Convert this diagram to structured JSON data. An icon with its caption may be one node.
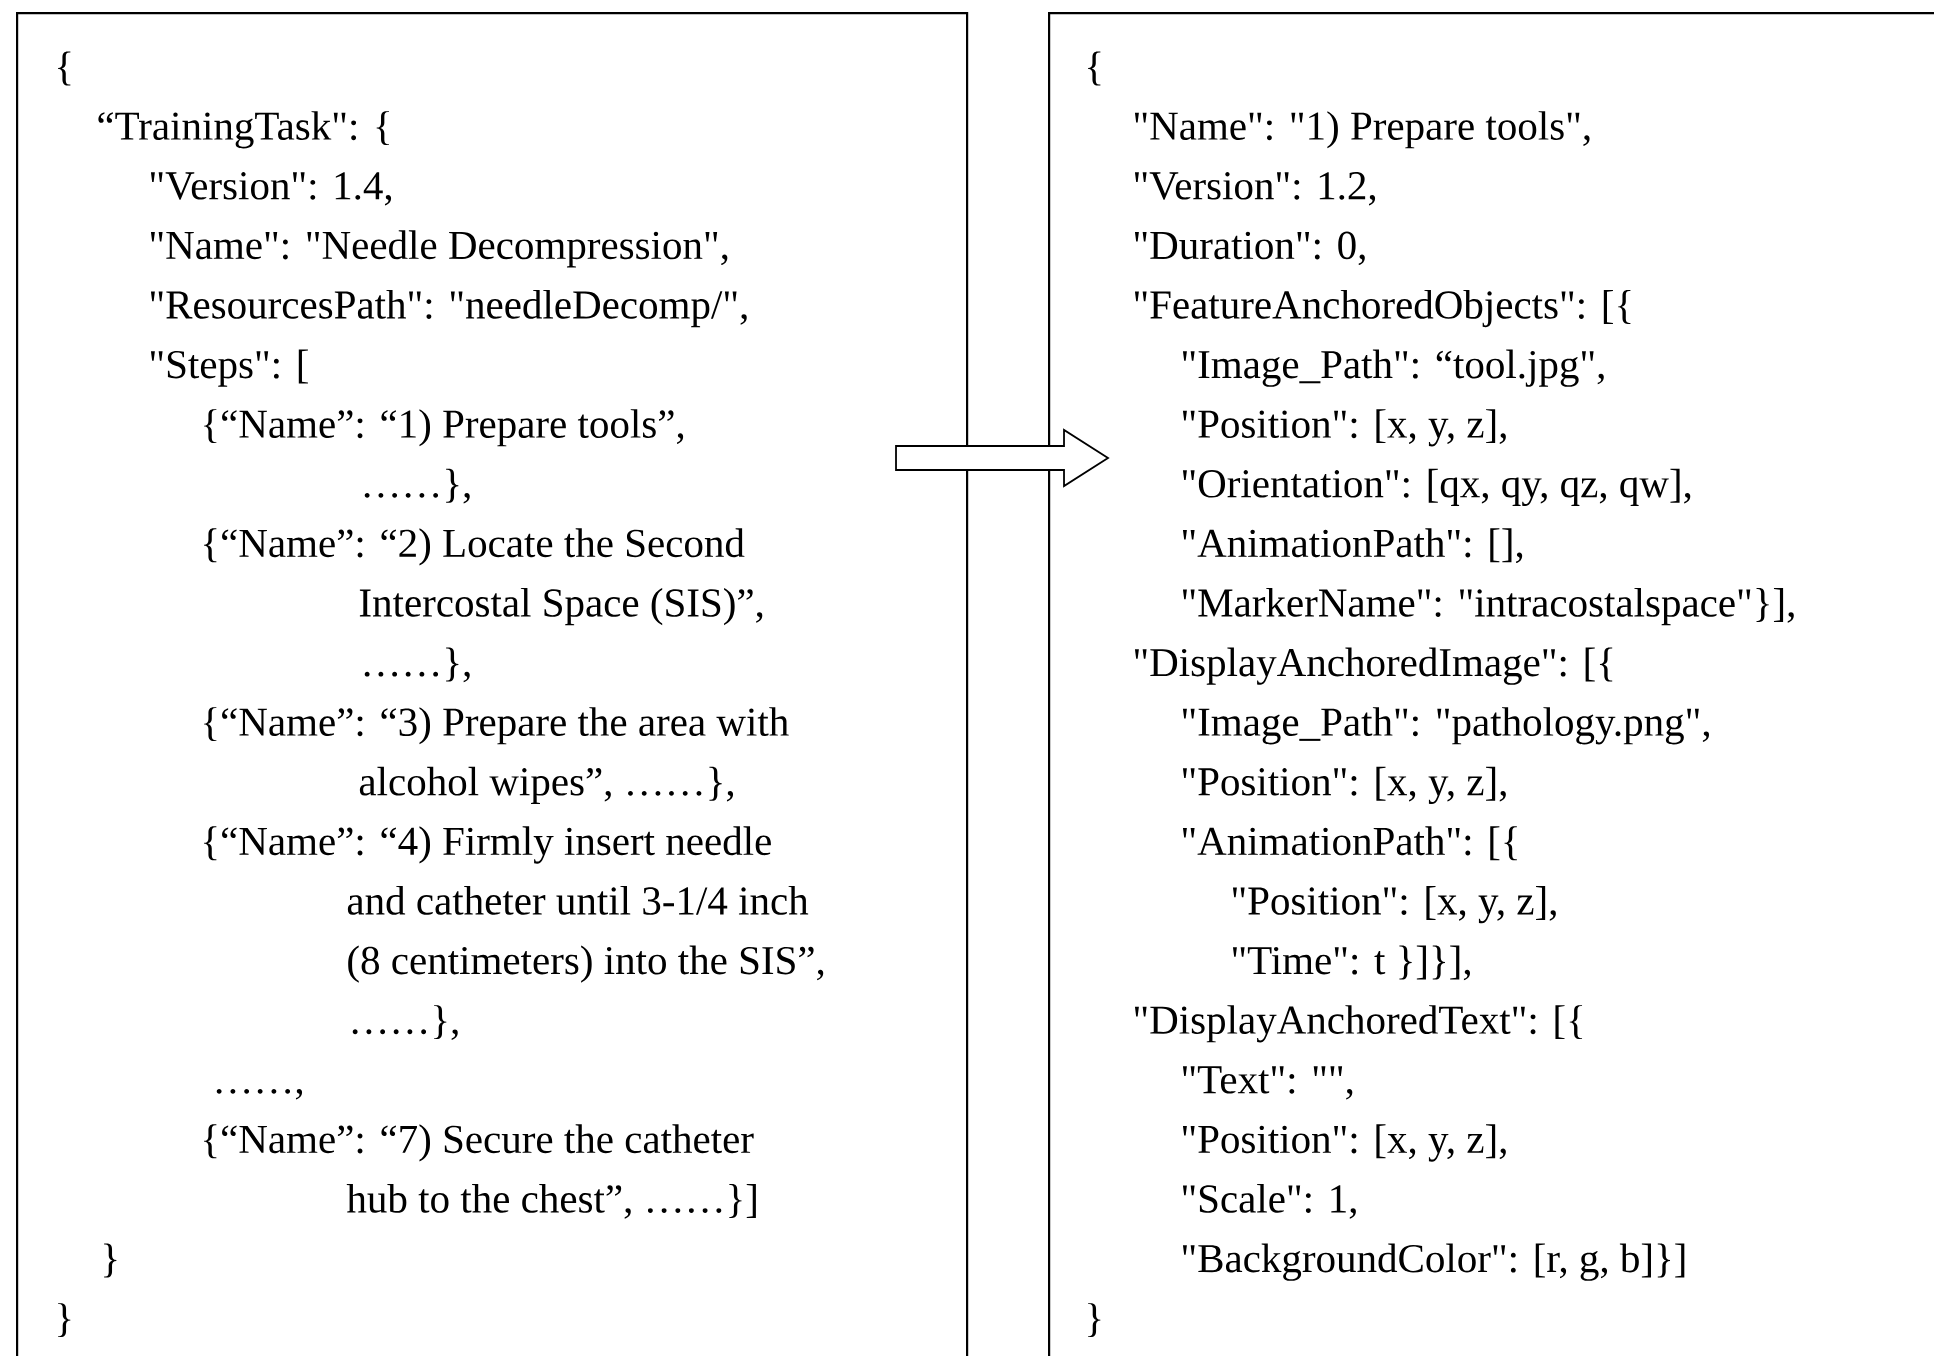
{
  "diagram": {
    "nodes": [
      {
        "text": [
          "{",
          "“TrainingTask\": {",
          "\"Version\": 1.4,",
          "\"Name\": \"Needle Decompression\",",
          "\"ResourcesPath\": \"needleDecomp/\",",
          "\"Steps\": [",
          "{“Name”: “1) Prepare tools”,",
          "……},",
          "{“Name”: “2) Locate the Second",
          "Intercostal Space (SIS)”,",
          "……},",
          "{“Name”: “3) Prepare the area with",
          "alcohol wipes”, ……},",
          "{“Name”: “4) Firmly insert needle",
          "and catheter until 3-1/4 inch",
          "(8 centimeters) into the SIS”,",
          "……},",
          "……,",
          "{“Name”: “7) Secure the catheter",
          "hub to the chest”, ……}]",
          "}",
          "}"
        ]
      },
      {
        "text": [
          "{",
          "\"Name\": \"1) Prepare tools\",",
          "\"Version\": 1.2,",
          "\"Duration\": 0,",
          "\"FeatureAnchoredObjects\": [{",
          "\"Image_Path\": “tool.jpg\",",
          "\"Position\": [x, y, z],",
          "\"Orientation\": [qx, qy, qz, qw],",
          "\"AnimationPath\": [],",
          "\"MarkerName\": \"intracostalspace\"}],",
          "\"DisplayAnchoredImage\": [{",
          "\"Image_Path\": \"pathology.png\",",
          "\"Position\": [x, y, z],",
          "\"AnimationPath\": [{",
          "\"Position\": [x, y, z],",
          "\"Time\": t }]}],",
          "\"DisplayAnchoredText\": [{",
          "\"Text\": \"\",",
          "\"Position\": [x, y, z],",
          "\"Scale\": 1,",
          "\"BackgroundColor\": [r, g, b]}]",
          "}"
        ]
      }
    ],
    "edges": [
      {
        "from": 0,
        "to": 1,
        "arrow": "to"
      }
    ]
  }
}
